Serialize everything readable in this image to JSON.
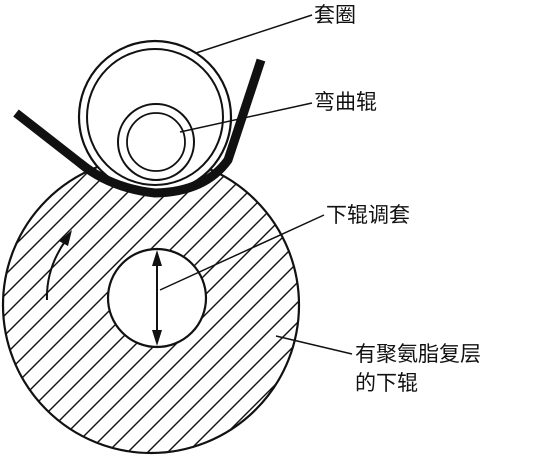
{
  "diagram": {
    "labels": {
      "sleeve": "套圈",
      "bending_roller": "弯曲辊",
      "lower_roller_sleeve": "下辊调套",
      "lower_roller_line1": "有聚氨脂复层",
      "lower_roller_line2": "的下辊"
    },
    "colors": {
      "stroke": "#111111",
      "background": "#ffffff"
    },
    "icons": {
      "rotation_arrow": "curved-arrow-icon",
      "adjust_arrow": "double-arrow-icon"
    }
  }
}
